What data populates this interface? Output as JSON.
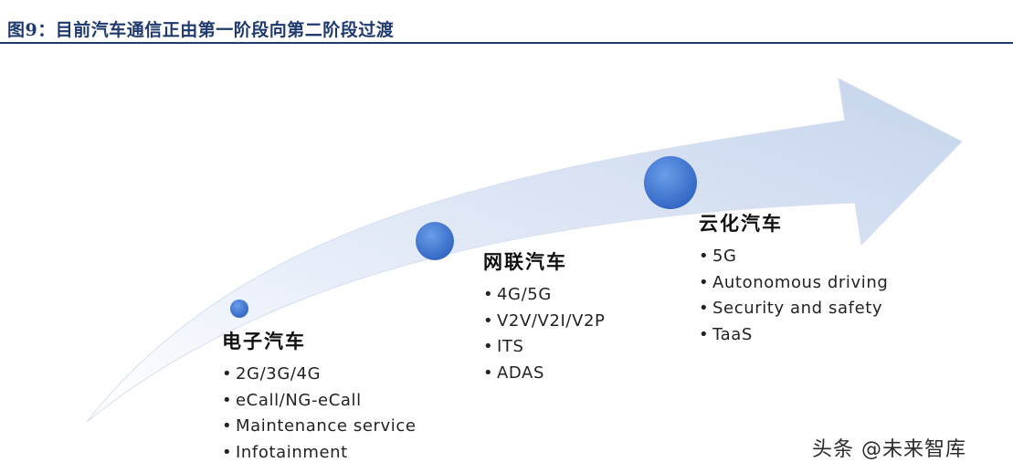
{
  "figure": {
    "title": "图9：目前汽车通信正由第一阶段向第二阶段过渡"
  },
  "stages": [
    {
      "title": "电子汽车",
      "items": [
        "2G/3G/4G",
        "eCall/NG-eCall",
        "Maintenance service",
        "Infotainment"
      ]
    },
    {
      "title": "网联汽车",
      "items": [
        "4G/5G",
        "V2V/V2I/V2P",
        "ITS",
        "ADAS"
      ]
    },
    {
      "title": "云化汽车",
      "items": [
        "5G",
        "Autonomous driving",
        "Security and  safety",
        "TaaS"
      ]
    }
  ],
  "watermark": "头条 @未来智库",
  "colors": {
    "title": "#1f3a6e",
    "arrow_light": "#f4f7fc",
    "arrow_dark": "#c9d7ee",
    "dot": "#3f78d6"
  }
}
